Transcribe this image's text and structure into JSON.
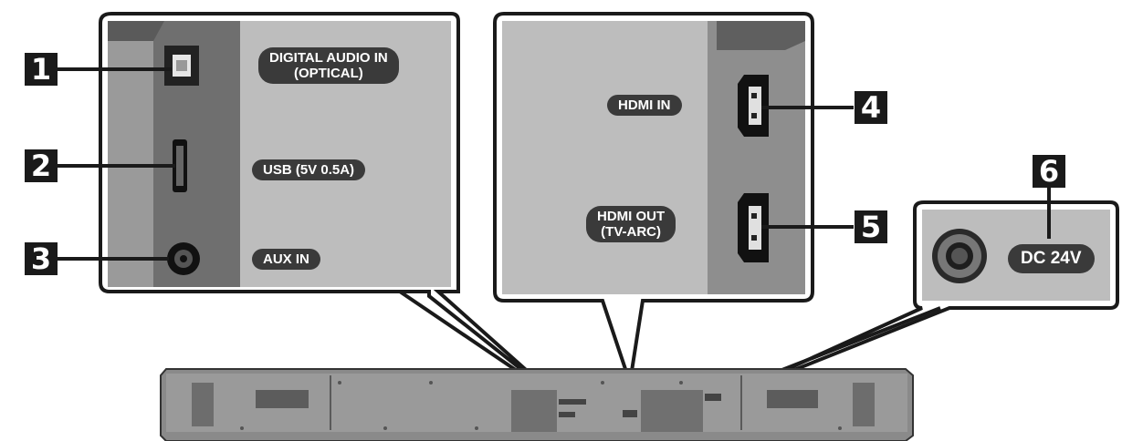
{
  "callouts": [
    {
      "num": "1",
      "label_line1": "DIGITAL AUDIO IN",
      "label_line2": "(OPTICAL)"
    },
    {
      "num": "2",
      "label_line1": "USB (5V 0.5A)"
    },
    {
      "num": "3",
      "label_line1": "AUX IN"
    },
    {
      "num": "4",
      "label_line1": "HDMI IN"
    },
    {
      "num": "5",
      "label_line1": "HDMI OUT",
      "label_line2": "(TV-ARC)"
    },
    {
      "num": "6",
      "label_line1": "DC 24V"
    }
  ],
  "colors": {
    "panel_fill": "#bdbdbd",
    "panel_dark": "#7d7d7d",
    "outline": "#1a1a1a",
    "label_bg": "#3a3a3a",
    "soundbar": "#8a8a8a"
  }
}
